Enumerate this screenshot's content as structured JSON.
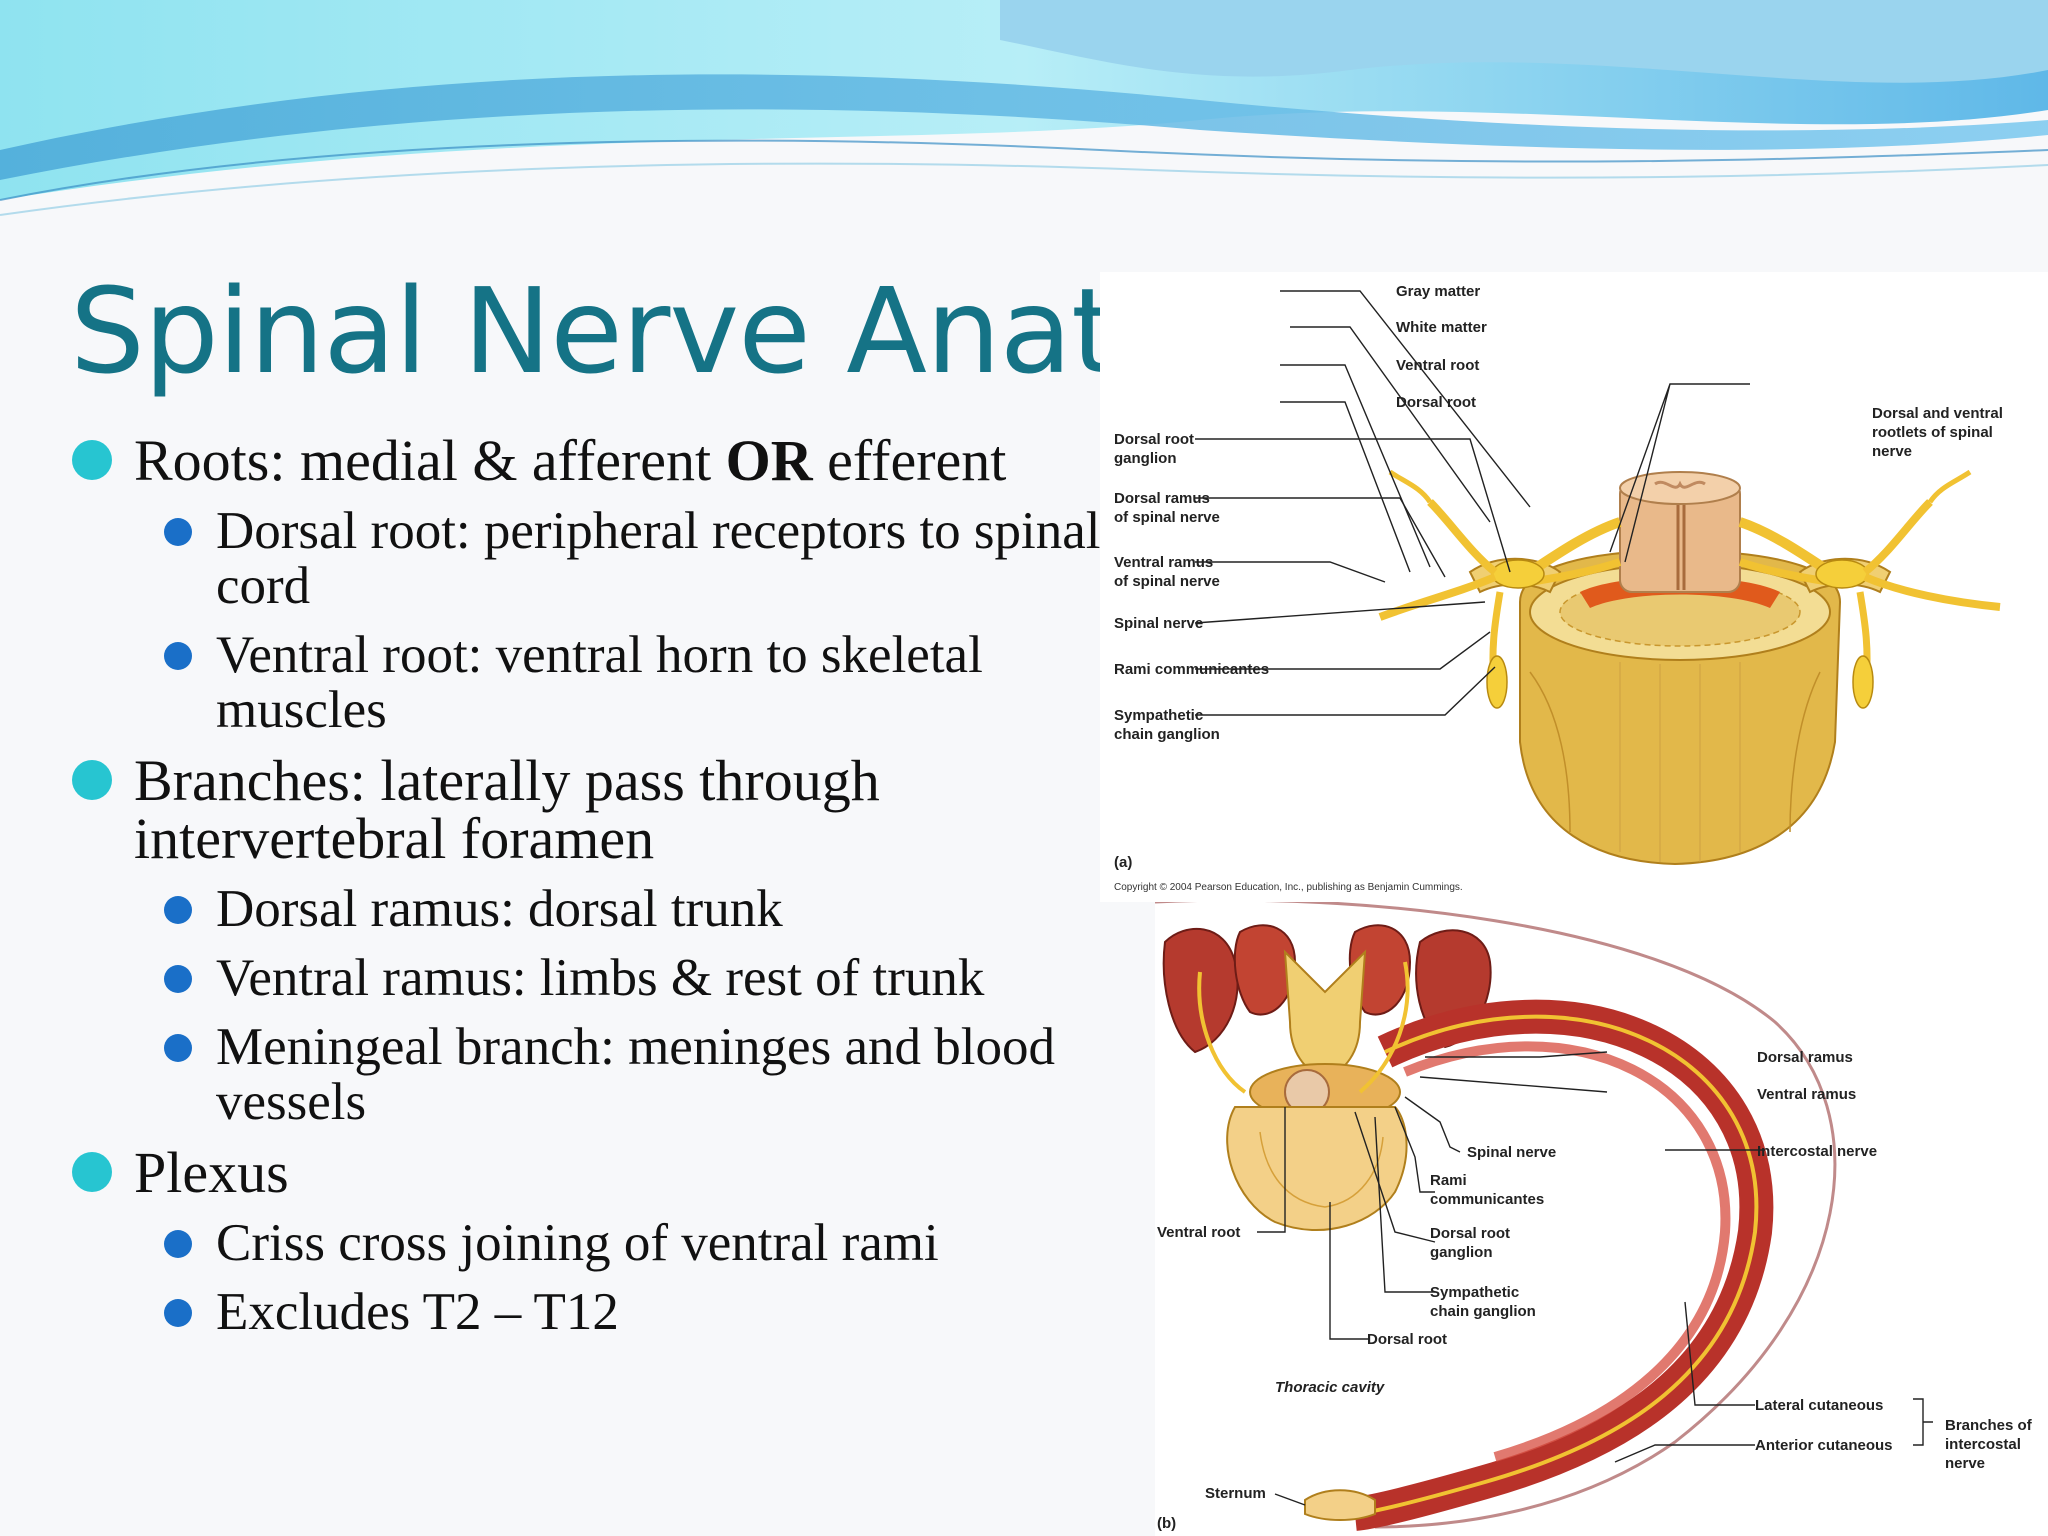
{
  "slide": {
    "title": "Spinal Nerve Anatomy",
    "bullets": [
      {
        "text": "Roots: medial & afferent ",
        "bold": "OR",
        "rest": " efferent"
      },
      {
        "text": "Dorsal root: peripheral receptors to spinal cord"
      },
      {
        "text": "Ventral root: ventral horn to skeletal muscles"
      },
      {
        "text": "Branches: laterally pass through intervertebral foramen"
      },
      {
        "text": "Dorsal ramus: dorsal trunk"
      },
      {
        "text": "Ventral ramus: limbs & rest of trunk"
      },
      {
        "text": "Meningeal branch: meninges and blood vessels"
      },
      {
        "text": "Plexus"
      },
      {
        "text": "Criss cross joining of ventral rami"
      },
      {
        "text": "Excludes T2 – T12"
      }
    ]
  },
  "figure_a": {
    "labels": {
      "gray_matter": "Gray matter",
      "white_matter": "White matter",
      "ventral_root": "Ventral root",
      "dorsal_root": "Dorsal root",
      "rootlets": [
        "Dorsal and ventral",
        "rootlets of spinal",
        "nerve"
      ],
      "drg": [
        "Dorsal root",
        "ganglion"
      ],
      "dorsal_ramus": [
        "Dorsal ramus",
        "of spinal nerve"
      ],
      "ventral_ramus": [
        "Ventral ramus",
        "of spinal nerve"
      ],
      "spinal_nerve": "Spinal nerve",
      "rami": "Rami communicantes",
      "symp": [
        "Sympathetic",
        "chain ganglion"
      ],
      "panel": "(a)",
      "copyright": "Copyright © 2004 Pearson Education, Inc., publishing as Benjamin Cummings."
    }
  },
  "figure_b": {
    "labels": {
      "dorsal_ramus": "Dorsal ramus",
      "ventral_ramus": "Ventral ramus",
      "spinal_nerve": "Spinal nerve",
      "rami": [
        "Rami",
        "communicantes"
      ],
      "intercostal": "Intercostal nerve",
      "drg": [
        "Dorsal root",
        "ganglion"
      ],
      "ventral_root": "Ventral root",
      "symp": [
        "Sympathetic",
        "chain ganglion"
      ],
      "dorsal_root": "Dorsal root",
      "thoracic": "Thoracic cavity",
      "lateral_cut": "Lateral cutaneous",
      "anterior_cut": "Anterior cutaneous",
      "branches": [
        "Branches of",
        "intercostal",
        "nerve"
      ],
      "sternum": "Sternum",
      "panel": "(b)"
    }
  },
  "colors": {
    "title": "#157386",
    "bullet_l1": "#27c5d1",
    "bullet_l2": "#1a6fc8"
  }
}
